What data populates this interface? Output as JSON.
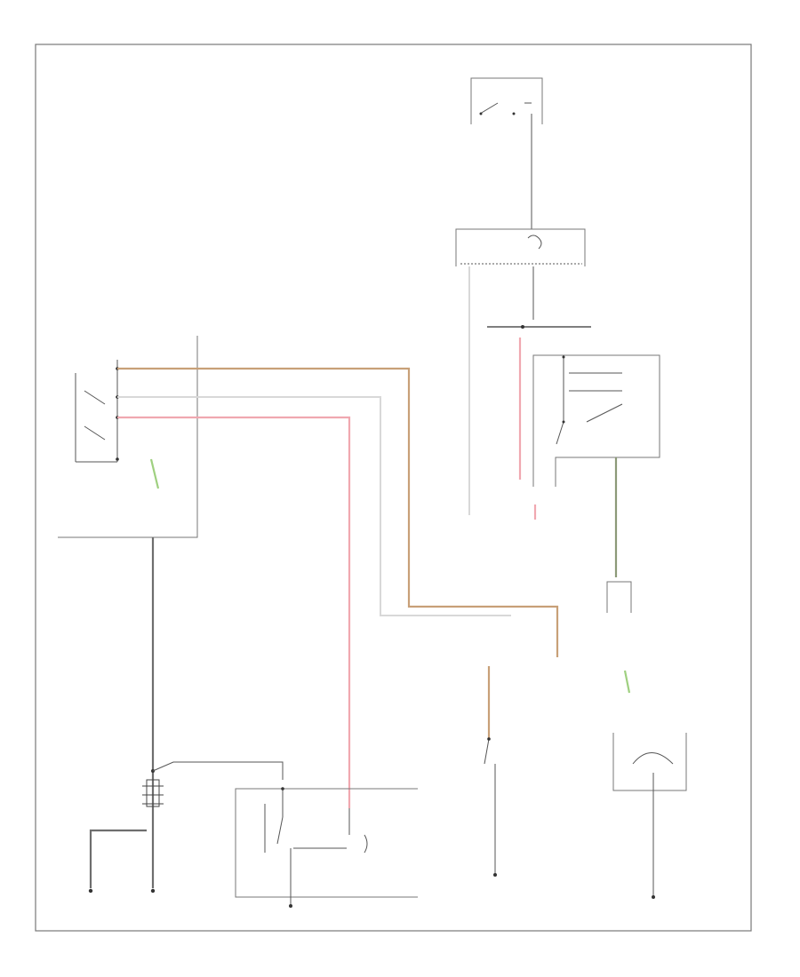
{
  "diagram": {
    "title": "",
    "footer_code": "",
    "colors": {
      "red_pink": "#f0a8b0",
      "tan": "#c8a078",
      "green": "#9fd080",
      "grey": "#6e6e6e",
      "olive": "#8c9a78",
      "light": "#d8d8d8",
      "border": "#777777"
    },
    "components": [
      {
        "id": "ignition_switch",
        "label": ""
      },
      {
        "id": "fuse_block",
        "label": ""
      },
      {
        "id": "starter_relay",
        "label": ""
      },
      {
        "id": "ecm",
        "label": ""
      },
      {
        "id": "battery",
        "label": ""
      },
      {
        "id": "starter",
        "label": ""
      },
      {
        "id": "clutch_switch",
        "label": ""
      },
      {
        "id": "tr_switch",
        "label": ""
      }
    ],
    "grounds": [
      {
        "id": "battery_ground",
        "label": ""
      },
      {
        "id": "body_ground",
        "label": ""
      },
      {
        "id": "left_front_ground",
        "label": ""
      },
      {
        "id": "transmission_ground",
        "label": ""
      }
    ]
  }
}
